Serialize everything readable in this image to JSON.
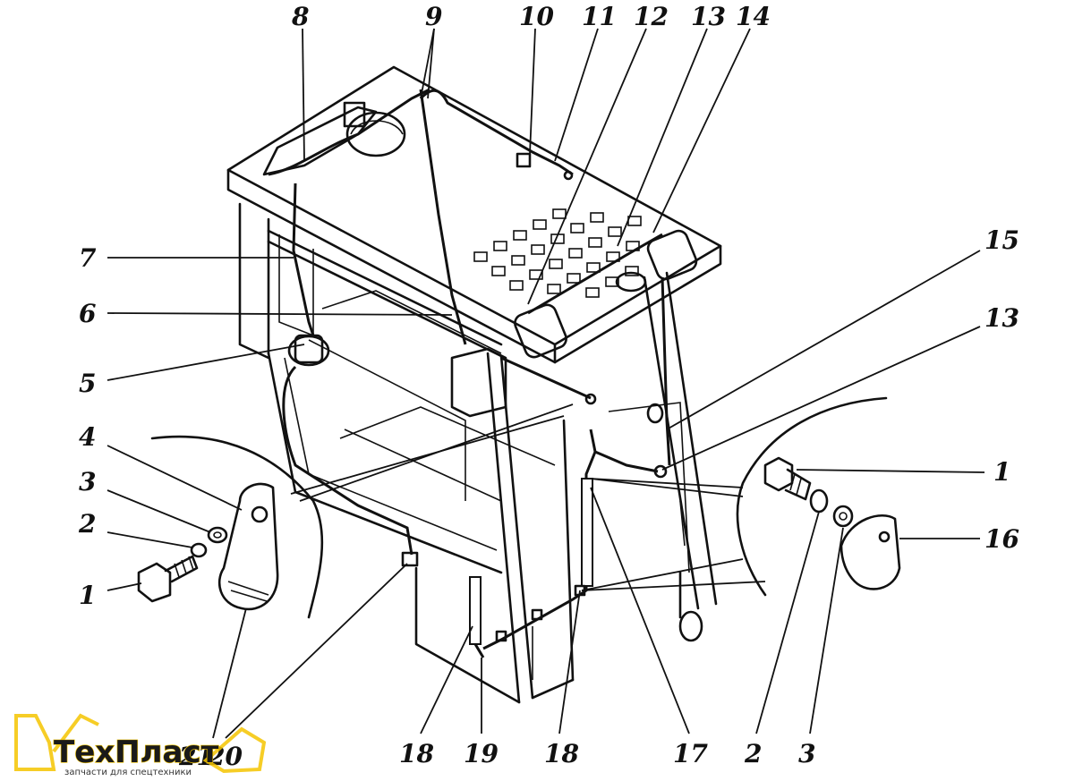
{
  "callouts": [
    {
      "id": "c8",
      "text": "8"
    },
    {
      "id": "c9",
      "text": "9"
    },
    {
      "id": "c10",
      "text": "10"
    },
    {
      "id": "c11",
      "text": "11"
    },
    {
      "id": "c12",
      "text": "12"
    },
    {
      "id": "c13a",
      "text": "13"
    },
    {
      "id": "c14",
      "text": "14"
    },
    {
      "id": "c15",
      "text": "15"
    },
    {
      "id": "c13b",
      "text": "13"
    },
    {
      "id": "c7",
      "text": "7"
    },
    {
      "id": "c6",
      "text": "6"
    },
    {
      "id": "c5",
      "text": "5"
    },
    {
      "id": "c4",
      "text": "4"
    },
    {
      "id": "c3a",
      "text": "3"
    },
    {
      "id": "c2a",
      "text": "2"
    },
    {
      "id": "c1a",
      "text": "1"
    },
    {
      "id": "c1b",
      "text": "1"
    },
    {
      "id": "c16",
      "text": "16"
    },
    {
      "id": "c18a",
      "text": "18"
    },
    {
      "id": "c19",
      "text": "19"
    },
    {
      "id": "c18b",
      "text": "18"
    },
    {
      "id": "c17",
      "text": "17"
    },
    {
      "id": "c2b",
      "text": "2"
    },
    {
      "id": "c3b",
      "text": "3"
    },
    {
      "id": "c21",
      "text": "21"
    },
    {
      "id": "c20",
      "text": "20"
    }
  ],
  "logo": {
    "name": "ТехПласт",
    "tagline": "запчасти для спецтехники",
    "brand_color": "#f4c400",
    "icon": "excavator-icon"
  }
}
